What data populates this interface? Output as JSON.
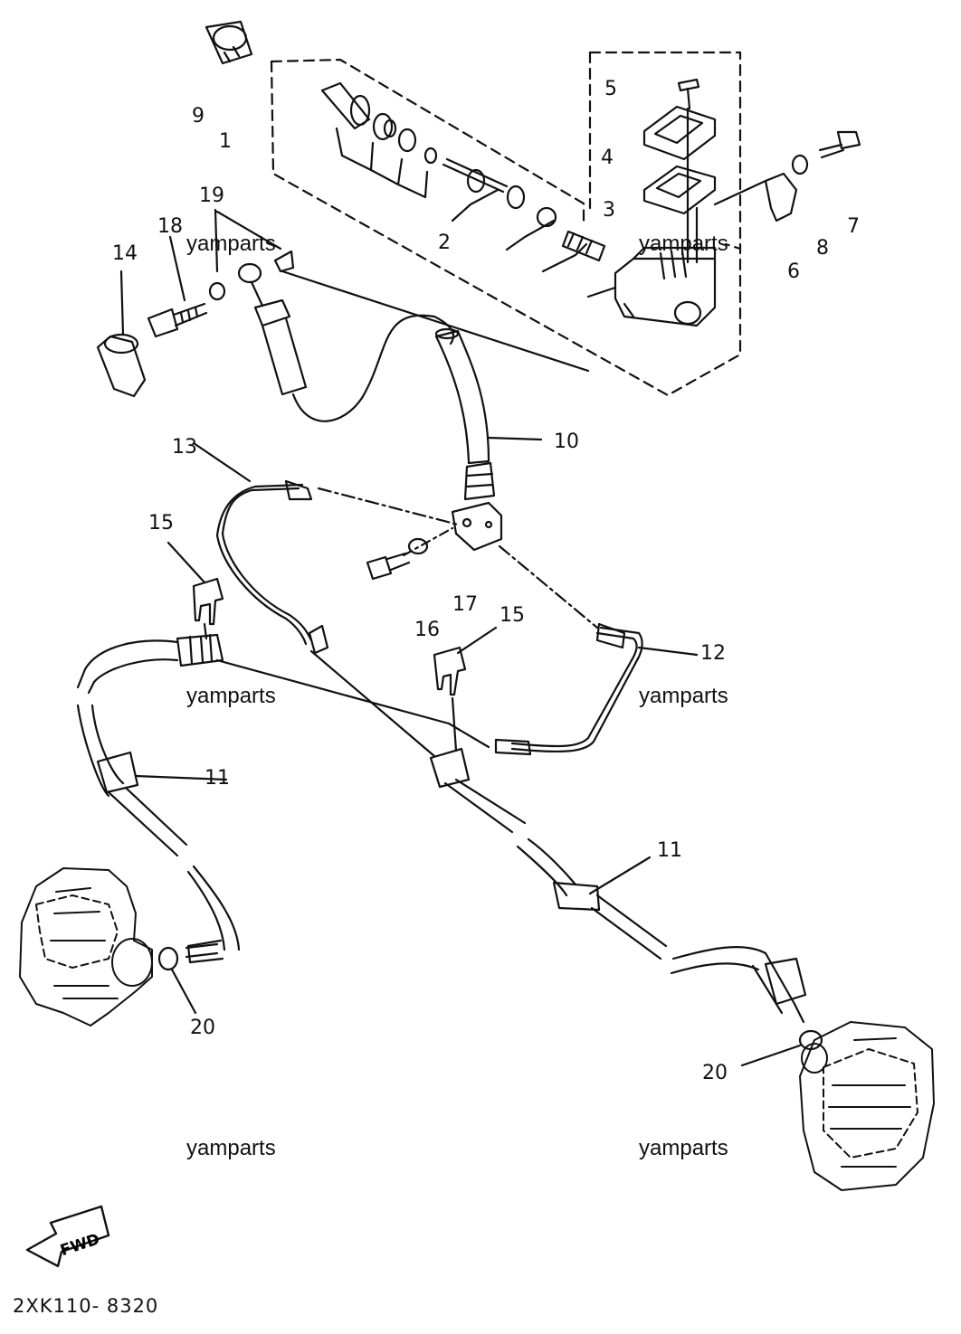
{
  "diagram": {
    "drawing_code": "2XK110- 8320",
    "fwd_label": "FWD",
    "watermark": "yamparts",
    "callouts": {
      "c1": "1",
      "c2": "2",
      "c3": "3",
      "c4": "4",
      "c5": "5",
      "c6": "6",
      "c7": "7",
      "c8": "8",
      "c9": "9",
      "c10": "10",
      "c11a": "11",
      "c11b": "11",
      "c12": "12",
      "c13": "13",
      "c14": "14",
      "c15a": "15",
      "c15b": "15",
      "c16": "16",
      "c17": "17",
      "c18": "18",
      "c19": "19",
      "c20a": "20",
      "c20b": "20"
    }
  }
}
